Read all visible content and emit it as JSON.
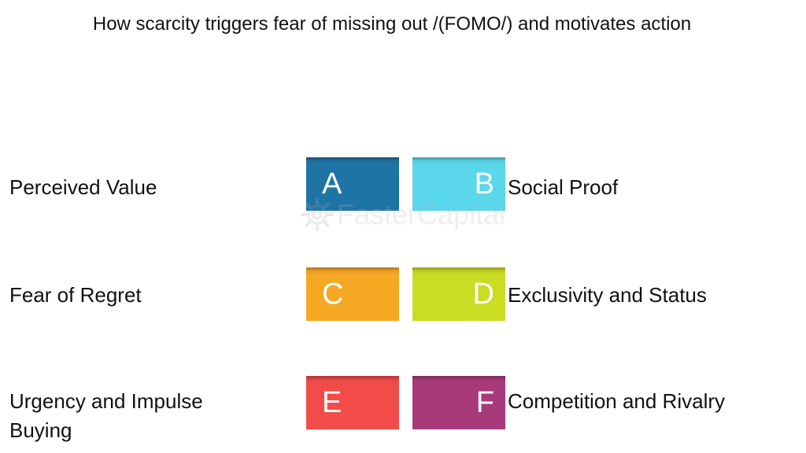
{
  "title": "How scarcity triggers fear of missing out /(FOMO/) and motivates action",
  "items": [
    {
      "letter": "A",
      "label": "Perceived Value",
      "color": "#1f74a6"
    },
    {
      "letter": "B",
      "label": "Social Proof",
      "color": "#5ad7ea"
    },
    {
      "letter": "C",
      "label": "Fear of Regret",
      "color": "#f6a825"
    },
    {
      "letter": "D",
      "label": "Exclusivity and Status",
      "color": "#cadc23"
    },
    {
      "letter": "E",
      "label": "Urgency and Impulse Buying",
      "color": "#f24c4a"
    },
    {
      "letter": "F",
      "label": "Competition and Rivalry",
      "color": "#a83a7b"
    }
  ],
  "watermark": {
    "text": "FasterCapital",
    "icon": "gear-icon"
  }
}
